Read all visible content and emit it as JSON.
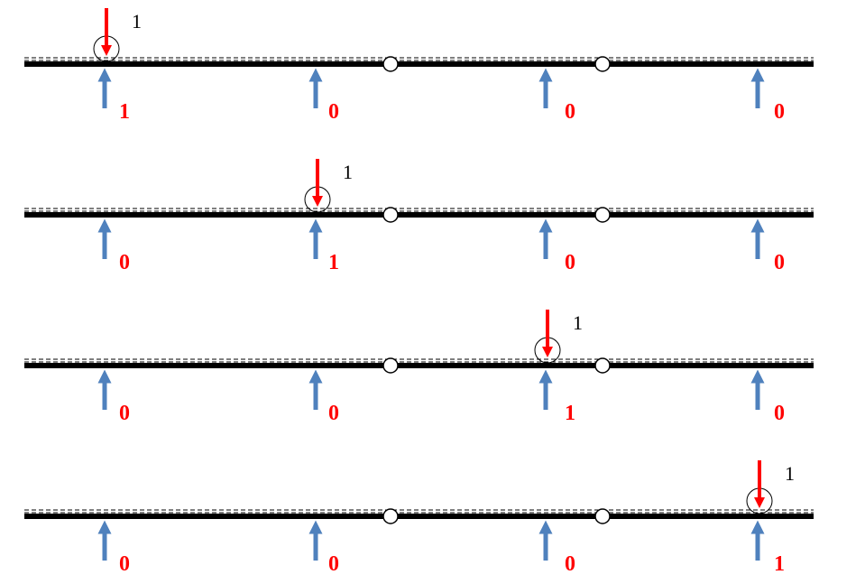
{
  "colors": {
    "beam": "#000000",
    "load_arrow": "#ff0000",
    "reaction_arrow": "#4f81bd",
    "reaction_label": "#ff0000",
    "load_label": "#000000"
  },
  "icons": {
    "hinge": "hinge-icon",
    "load_arrow": "arrow-down-icon",
    "reaction_arrow": "arrow-up-icon"
  },
  "cases": [
    {
      "load_value": "1",
      "load_at_support": 0,
      "reactions": [
        "1",
        "0",
        "0",
        "0"
      ]
    },
    {
      "load_value": "1",
      "load_at_support": 1,
      "reactions": [
        "0",
        "1",
        "0",
        "0"
      ]
    },
    {
      "load_value": "1",
      "load_at_support": 2,
      "reactions": [
        "0",
        "0",
        "1",
        "0"
      ]
    },
    {
      "load_value": "1",
      "load_at_support": 3,
      "reactions": [
        "0",
        "0",
        "0",
        "1"
      ]
    }
  ]
}
